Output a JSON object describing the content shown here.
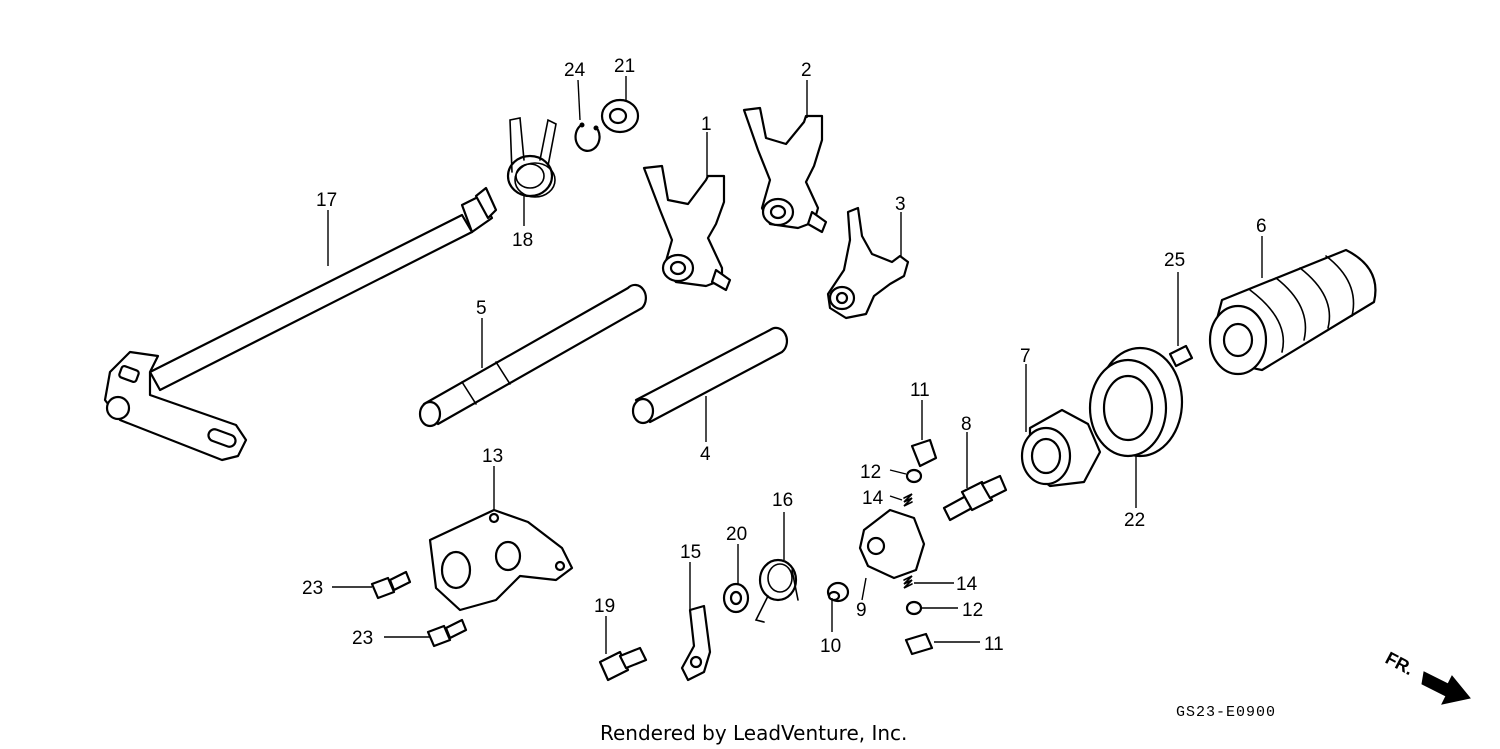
{
  "diagram": {
    "callouts": [
      {
        "label": "1"
      },
      {
        "label": "2"
      },
      {
        "label": "3"
      },
      {
        "label": "4"
      },
      {
        "label": "5"
      },
      {
        "label": "6"
      },
      {
        "label": "7"
      },
      {
        "label": "8"
      },
      {
        "label": "9"
      },
      {
        "label": "10"
      },
      {
        "label": "11"
      },
      {
        "label": "11"
      },
      {
        "label": "12"
      },
      {
        "label": "12"
      },
      {
        "label": "13"
      },
      {
        "label": "14"
      },
      {
        "label": "14"
      },
      {
        "label": "15"
      },
      {
        "label": "16"
      },
      {
        "label": "17"
      },
      {
        "label": "18"
      },
      {
        "label": "19"
      },
      {
        "label": "20"
      },
      {
        "label": "21"
      },
      {
        "label": "22"
      },
      {
        "label": "23"
      },
      {
        "label": "23"
      },
      {
        "label": "24"
      },
      {
        "label": "25"
      }
    ],
    "direction_label": "FR.",
    "drawing_code": "GS23-E0900",
    "credit": "Rendered by LeadVenture, Inc."
  }
}
